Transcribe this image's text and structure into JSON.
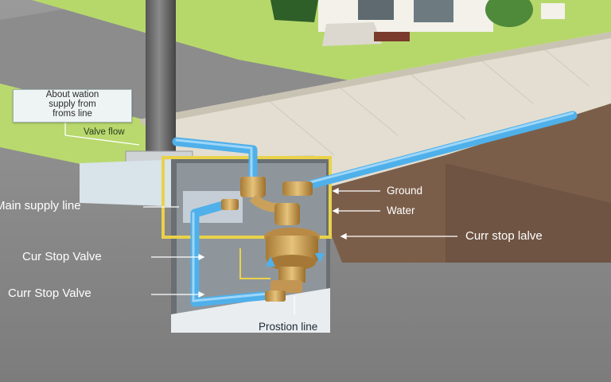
{
  "callout": {
    "lines": [
      "About wation",
      "supply from",
      "froms line"
    ]
  },
  "labels": {
    "valve_flow": "Valve flow",
    "main_supply": "Main supply line",
    "curb_stop_valve_upper": "Cur Stop Valve",
    "curb_stop_valve_lower": "Curr Stop Valve",
    "ground": "Ground",
    "water": "Water",
    "curr_stop_lalve": "Curr stop lalve",
    "prostion_line": "Prostion line"
  },
  "colors": {
    "grass": "#b6d86b",
    "sidewalk": "#e2ddd0",
    "road": "#8e8e8e",
    "soil": "#7a5e4a",
    "pipe": "#4fb0ea",
    "brass": "#c9a15a",
    "vault_frame": "#e9d24a"
  },
  "icons": [
    "house-icon",
    "tree-icon",
    "pole-icon",
    "valve-icon"
  ]
}
